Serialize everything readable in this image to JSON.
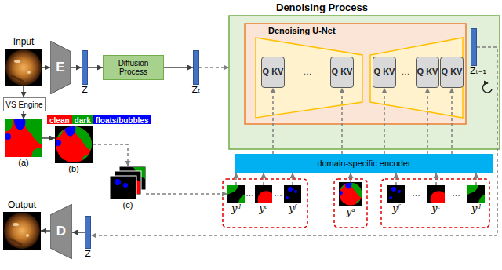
{
  "diagram": {
    "nodes": [
      {
        "text": [
          "Input"
        ]
      },
      {
        "text": [
          "E"
        ]
      },
      {
        "text": [
          "Z"
        ]
      },
      {
        "text": [
          "Diffusion Process"
        ]
      },
      {
        "text": [
          "Zₜ"
        ]
      },
      {
        "text": [
          "Denoising Process"
        ]
      },
      {
        "text": [
          "Denoising U-Net"
        ],
        "in": 5
      },
      {
        "text": [
          "Q KV"
        ],
        "in": 6
      },
      {
        "text": [
          "Q KV"
        ],
        "in": 6
      },
      {
        "text": [
          "Q KV"
        ],
        "in": 6
      },
      {
        "text": [
          "Q KV"
        ],
        "in": 6
      },
      {
        "text": [
          "Q KV"
        ],
        "in": 6
      },
      {
        "text": [
          "Zₜ₋₁"
        ],
        "in": 5
      },
      {
        "text": [
          "VS Engine"
        ]
      },
      {
        "text": [
          "(a)"
        ]
      },
      {
        "text": [
          "(b)"
        ]
      },
      {
        "text": [
          "(c)"
        ]
      },
      {
        "text": [
          "domain-specific encoder"
        ]
      },
      {
        "text": [
          "yᵈ"
        ]
      },
      {
        "text": [
          "yᶜ"
        ]
      },
      {
        "text": [
          "yᶠ"
        ]
      },
      {
        "text": [
          "yᵃ"
        ]
      },
      {
        "text": [
          "yᶠ"
        ]
      },
      {
        "text": [
          "yᶜ"
        ]
      },
      {
        "text": [
          "yᵈ"
        ]
      },
      {
        "text": [
          "Output"
        ]
      },
      {
        "text": [
          "D"
        ]
      },
      {
        "text": [
          "Z"
        ]
      }
    ],
    "edges": [
      {
        "from": 0,
        "to": 1,
        "arrow": "to"
      },
      {
        "from": 1,
        "to": 2,
        "arrow": "to"
      },
      {
        "from": 2,
        "to": 3,
        "arrow": "to"
      },
      {
        "from": 3,
        "to": 4,
        "arrow": "to"
      },
      {
        "from": 4,
        "to": 5,
        "arrow": "to"
      },
      {
        "from": 0,
        "to": 13,
        "arrow": "to"
      },
      {
        "from": 13,
        "to": 14,
        "arrow": "to"
      },
      {
        "from": 14,
        "to": 15,
        "arrow": "to"
      },
      {
        "from": 15,
        "to": 16,
        "arrow": "to"
      },
      {
        "from": 16,
        "to": 18,
        "arrow": "to"
      },
      {
        "from": 17,
        "to": 7,
        "arrow": "to"
      },
      {
        "from": 17,
        "to": 8,
        "arrow": "to"
      },
      {
        "from": 17,
        "to": 9,
        "arrow": "to"
      },
      {
        "from": 17,
        "to": 10,
        "arrow": "to"
      },
      {
        "from": 17,
        "to": 11,
        "arrow": "to"
      },
      {
        "from": 18,
        "to": 17,
        "arrow": "to"
      },
      {
        "from": 19,
        "to": 17,
        "arrow": "to"
      },
      {
        "from": 20,
        "to": 17,
        "arrow": "to"
      },
      {
        "from": 21,
        "to": 17,
        "arrow": "to"
      },
      {
        "from": 22,
        "to": 17,
        "arrow": "to"
      },
      {
        "from": 23,
        "to": 17,
        "arrow": "to"
      },
      {
        "from": 24,
        "to": 17,
        "arrow": "to"
      },
      {
        "from": 12,
        "to": 27,
        "arrow": "to"
      },
      {
        "from": 27,
        "to": 26,
        "arrow": "to"
      },
      {
        "from": 26,
        "to": 25,
        "arrow": "to"
      }
    ],
    "labels": [
      "…",
      "…",
      "…",
      "…",
      "…",
      "…"
    ],
    "legend": [
      {
        "text": "clean",
        "color": "#ff0000"
      },
      {
        "text": "dark",
        "color": "#00a000"
      },
      {
        "text": "floats/bubbles",
        "color": "#0000ff"
      }
    ]
  }
}
